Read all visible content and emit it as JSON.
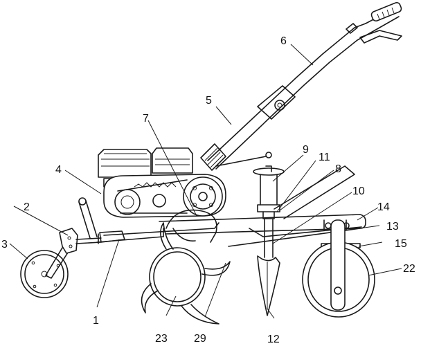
{
  "labels": {
    "l1": "1",
    "l2": "2",
    "l3": "3",
    "l4": "4",
    "l5": "5",
    "l6": "6",
    "l7": "7",
    "l8": "8",
    "l9": "9",
    "l10": "10",
    "l11": "11",
    "l12": "12",
    "l13": "13",
    "l14": "14",
    "l15": "15",
    "l22": "22",
    "l23": "23",
    "l29": "29"
  }
}
